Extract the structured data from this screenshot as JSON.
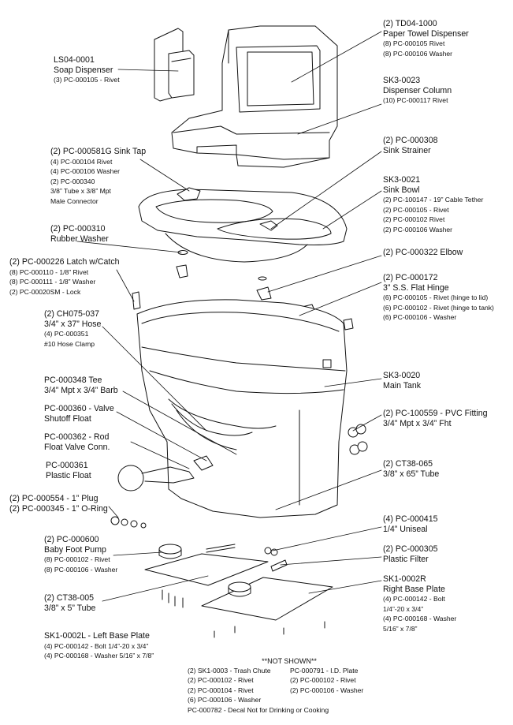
{
  "labels": {
    "soap": {
      "title": "LS04-0001",
      "name": "Soap Dispenser",
      "parts": [
        "(3) PC-000105 - Rivet"
      ]
    },
    "towel": {
      "title": "(2) TD04-1000",
      "name": "Paper Towel Dispenser",
      "parts": [
        "(8) PC-000105 Rivet",
        "(8) PC-000106 Washer"
      ]
    },
    "column": {
      "title": "SK3-0023",
      "name": "Dispenser Column",
      "parts": [
        "(10) PC-000117 Rivet"
      ]
    },
    "sinktap": {
      "title": "(2) PC-000581G Sink Tap",
      "name": "",
      "parts": [
        "(4) PC-000104 Rivet",
        "(4) PC-000106 Washer",
        "(2) PC-000340",
        "3/8” Tube x 3/8” Mpt",
        "Male Connector"
      ]
    },
    "strainer": {
      "title": "(2) PC-000308",
      "name": "Sink Strainer",
      "parts": []
    },
    "bowl": {
      "title": "SK3-0021",
      "name": "Sink Bowl",
      "parts": [
        "(2) PC-100147 - 19” Cable Tether",
        "(2) PC-000105 - Rivet",
        "(2) PC-000102 Rivet",
        "(2) PC-000106 Washer"
      ]
    },
    "rubberwasher": {
      "title": "(2) PC-000310",
      "name": "Rubber Washer",
      "parts": []
    },
    "latch": {
      "title": "(2) PC-000226 Latch w/Catch",
      "name": "",
      "parts": [
        "(8) PC-000110 - 1/8” Rivet",
        "(8) PC-000111 - 1/8” Washer",
        "(2) PC-00020SM - Lock"
      ]
    },
    "elbow": {
      "title": "(2) PC-000322 Elbow",
      "name": "",
      "parts": []
    },
    "hinge": {
      "title": "(2) PC-000172",
      "name": "3” S.S. Flat Hinge",
      "parts": [
        "(6) PC-000105 - Rivet (hinge to lid)",
        "(6) PC-000102 - Rivet (hinge to tank)",
        "(6) PC-000106 - Washer"
      ]
    },
    "hose": {
      "title": "(2) CH075-037",
      "name": "3/4” x 37” Hose",
      "parts": [
        "(4) PC-000351",
        "#10 Hose Clamp"
      ]
    },
    "tee": {
      "title": "PC-000348 Tee",
      "name": "3/4” Mpt x 3/4” Barb",
      "parts": []
    },
    "maintank": {
      "title": "SK3-0020",
      "name": "Main Tank",
      "parts": []
    },
    "valve": {
      "title": "PC-000360 - Valve",
      "name": "Shutoff Float",
      "parts": []
    },
    "pvc": {
      "title": "(2) PC-100559 - PVC Fitting",
      "name": "3/4” Mpt x 3/4” Fht",
      "parts": []
    },
    "rod": {
      "title": "PC-000362 - Rod",
      "name": "Float Valve Conn.",
      "parts": []
    },
    "float": {
      "title": "PC-000361",
      "name": "Plastic Float",
      "parts": []
    },
    "tube65": {
      "title": "(2) CT38-065",
      "name": "3/8” x 65” Tube",
      "parts": []
    },
    "plug": {
      "title": "(2) PC-000554 - 1” Plug",
      "name": "(2) PC-000345 - 1” O-Ring",
      "parts": []
    },
    "uniseal": {
      "title": "(4) PC-000415",
      "name": "1/4” Uniseal",
      "parts": []
    },
    "pump": {
      "title": "(2) PC-000600",
      "name": "Baby Foot Pump",
      "parts": [
        "(8) PC-000102 - Rivet",
        "(8) PC-000106 - Washer"
      ]
    },
    "filter": {
      "title": "(2) PC-000305",
      "name": "Plastic Filter",
      "parts": []
    },
    "tube5": {
      "title": "(2) CT38-005",
      "name": "3/8” x 5” Tube",
      "parts": []
    },
    "rightplate": {
      "title": "SK1-0002R",
      "name": "Right Base Plate",
      "parts": [
        "(4) PC-000142 - Bolt",
        "1/4”-20 x 3/4”",
        "(4) PC-000168 - Washer",
        "5/16” x 7/8”"
      ]
    },
    "leftplate": {
      "title": "SK1-0002L - Left Base Plate",
      "name": "",
      "parts": [
        "(4) PC-000142 - Bolt 1/4”-20 x 3/4”",
        "(4) PC-000168 - Washer 5/16” x 7/8”"
      ]
    }
  },
  "not_shown": {
    "title": "**NOT SHOWN**",
    "col1": [
      "(2) SK1-0003 - Trash Chute",
      "(2) PC-000102 - Rivet",
      "(2) PC-000104 - Rivet",
      "(6) PC-000106 - Washer"
    ],
    "col2": [
      "PC-000791 - I.D. Plate",
      "(2) PC-000102 - Rivet",
      "(2) PC-000106 - Washer"
    ],
    "bottom": "PC-000782 - Decal Not for Drinking or Cooking"
  }
}
